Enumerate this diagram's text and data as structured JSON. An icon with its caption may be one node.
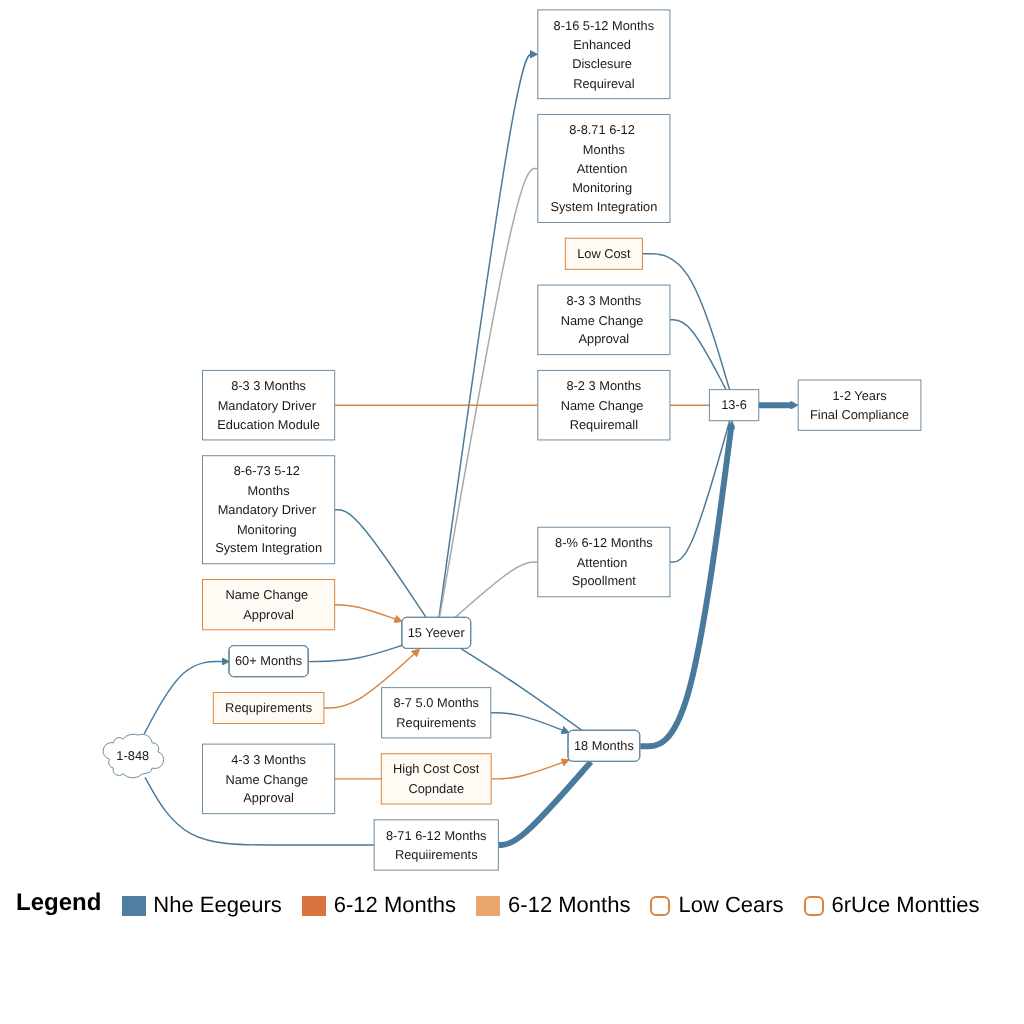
{
  "diagram": {
    "nodes": [
      {
        "text": [
          "Requpirements"
        ]
      },
      {
        "text": [
          "8-71 6-12 Months",
          "Requiirements"
        ]
      },
      {
        "text": [
          "1-848"
        ]
      },
      {
        "text": [
          "60+ Months"
        ]
      },
      {
        "text": [
          "15 Yeever"
        ]
      },
      {
        "text": [
          "8-16 5-12 Months",
          "Enhanced Disclesure Requireval"
        ]
      },
      {
        "text": [
          "8-8.71 6-12 Months",
          "Attention Monitoring System Integration"
        ]
      },
      {
        "text": [
          "Name Change Approval"
        ]
      },
      {
        "text": [
          "4-3 3 Months",
          "Name Change Approval"
        ]
      },
      {
        "text": [
          "High Cost Cost",
          "Copndate"
        ]
      },
      {
        "text": [
          "8-6-73 5-12 Months",
          "Mandatory Driver Monitoring System Integration"
        ]
      },
      {
        "text": [
          "18 Months"
        ]
      },
      {
        "text": [
          "8-7 5.0 Months",
          "Requirements"
        ]
      },
      {
        "text": [
          "8-% 6-12 Months",
          "Attention Spoollment"
        ]
      },
      {
        "text": [
          "8-3 3 Months",
          "Mandatory Driver Education Module"
        ]
      },
      {
        "text": [
          "8-2 3 Months",
          "Name Change Requiremall"
        ]
      },
      {
        "text": [
          "8-3 3 Months",
          "Name Change Approval"
        ]
      },
      {
        "text": [
          "13-6"
        ]
      },
      {
        "text": [
          "1-2 Years",
          "Final Compliance"
        ]
      },
      {
        "text": [
          "Low Cost"
        ]
      }
    ],
    "edges": [
      {
        "from": 0,
        "to": 4,
        "arrow": "to",
        "color": "#d9843f"
      },
      {
        "from": 2,
        "to": 1,
        "arrow": "none"
      },
      {
        "from": 2,
        "to": 3,
        "arrow": "to"
      },
      {
        "from": 3,
        "to": 4,
        "arrow": "none"
      },
      {
        "from": 7,
        "to": 4,
        "arrow": "to",
        "color": "#d9843f"
      },
      {
        "from": 4,
        "to": 5,
        "arrow": "to"
      },
      {
        "from": 4,
        "to": 6,
        "arrow": "none",
        "color": "#a8a8a8"
      },
      {
        "from": 8,
        "to": 9,
        "arrow": "none",
        "color": "#d9843f"
      },
      {
        "from": 10,
        "to": 4,
        "arrow": "none"
      },
      {
        "from": 1,
        "to": 11,
        "arrow": "none",
        "style": "thick"
      },
      {
        "from": 9,
        "to": 11,
        "arrow": "to",
        "color": "#d9843f"
      },
      {
        "from": 12,
        "to": 11,
        "arrow": "to"
      },
      {
        "from": 4,
        "to": 11,
        "arrow": "none"
      },
      {
        "from": 4,
        "to": 13,
        "arrow": "none",
        "color": "#a8a8a8"
      },
      {
        "from": 11,
        "to": 17,
        "arrow": "to",
        "style": "thick"
      },
      {
        "from": 13,
        "to": 17,
        "arrow": "none"
      },
      {
        "from": 14,
        "to": 15,
        "arrow": "none",
        "color": "#d9843f"
      },
      {
        "from": 15,
        "to": 17,
        "arrow": "none",
        "color": "#d9843f"
      },
      {
        "from": 16,
        "to": 17,
        "arrow": "none"
      },
      {
        "from": 19,
        "to": 17,
        "arrow": "none"
      },
      {
        "from": 17,
        "to": 18,
        "arrow": "to",
        "style": "thick"
      }
    ],
    "labels": [
      "Legend"
    ],
    "legend": [
      {
        "text": "Nhe Eegeurs",
        "color": "#4f7fa0"
      },
      {
        "text": "6-12 Months",
        "color": "#d9733f"
      },
      {
        "text": "6-12 Months",
        "color": "#e8a66a"
      },
      {
        "text": "Low Cears"
      },
      {
        "text": "6rUce Montties"
      }
    ]
  }
}
